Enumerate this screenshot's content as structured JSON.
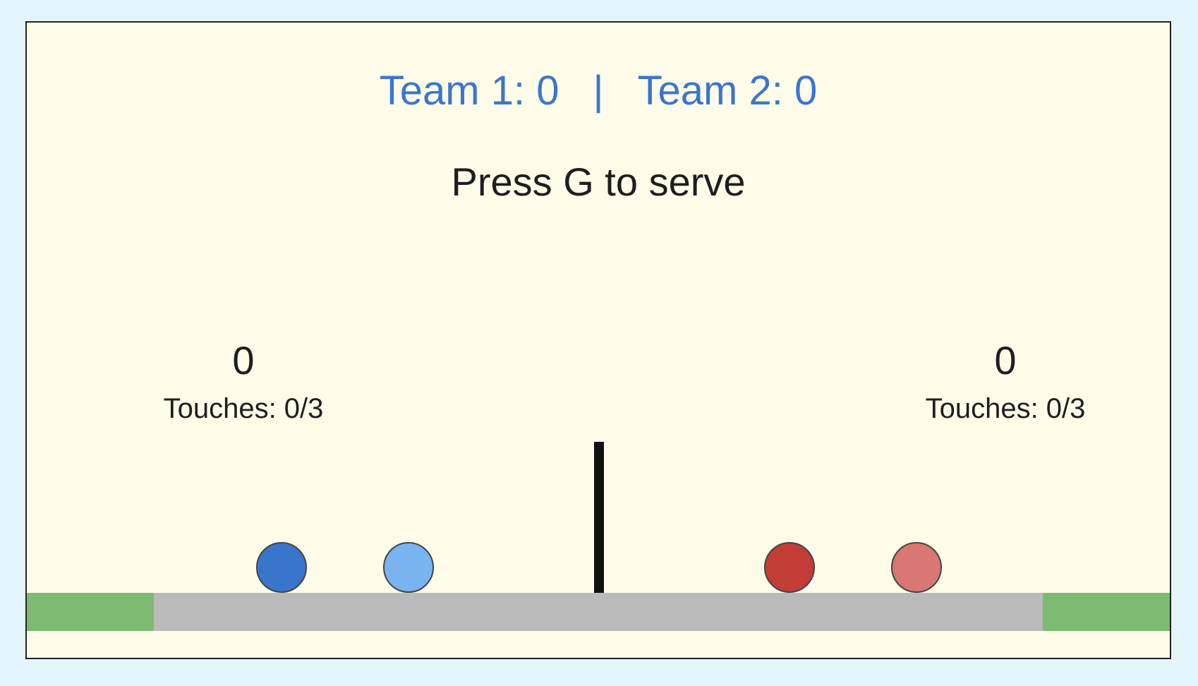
{
  "scoreboard": {
    "team1": "Team 1: 0",
    "separator": "|",
    "team2": "Team 2: 0"
  },
  "prompt": "Press G to serve",
  "sides": {
    "left": {
      "count": "0",
      "touches": "Touches: 0/3"
    },
    "right": {
      "count": "0",
      "touches": "Touches: 0/3"
    }
  },
  "colors": {
    "background": "#e3f4fa",
    "court": "#fffcea",
    "score_text": "#3a76d0",
    "ground": "#bababa",
    "out_zone": "#7dbb72",
    "net": "#111111",
    "team1_player1": "#3a75cc",
    "team1_player2": "#79b3f0",
    "team2_player1": "#c13d36",
    "team2_player2": "#d87773"
  }
}
